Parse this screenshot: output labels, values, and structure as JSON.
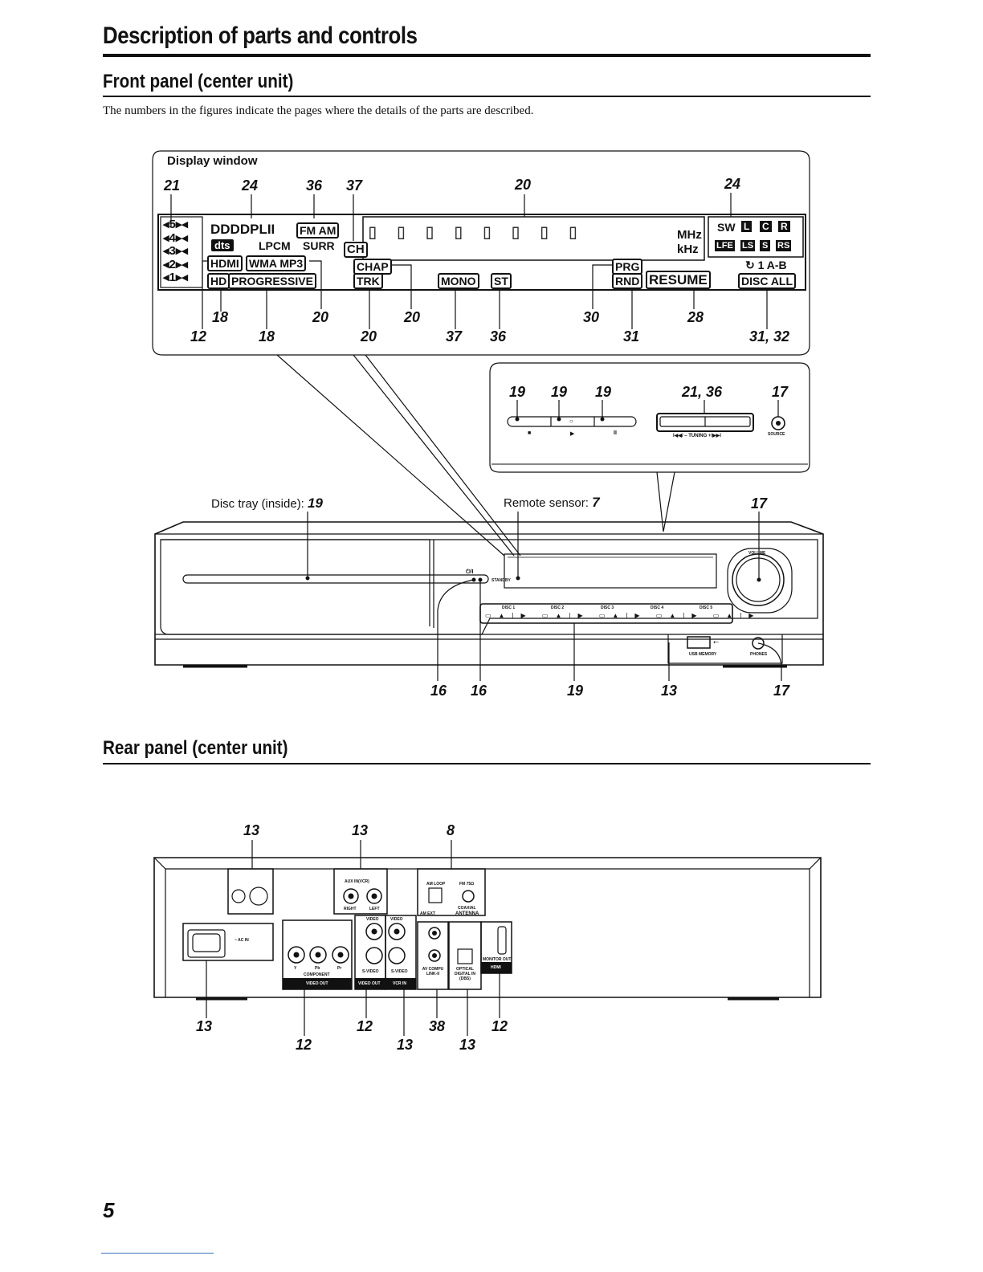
{
  "page": {
    "title": "Description of parts and controls",
    "front_heading": "Front panel (center unit)",
    "intro": "The numbers in the figures indicate the pages where the details of the parts are described.",
    "rear_heading": "Rear panel (center unit)",
    "page_number": "5"
  },
  "display_window": {
    "title": "Display window",
    "top_numbers": [
      "21",
      "24",
      "36",
      "37",
      "20",
      "24"
    ],
    "bottom_numbers_row1": [
      "18",
      "20",
      "20",
      "30",
      "28"
    ],
    "bottom_numbers_row2": [
      "12",
      "18",
      "20",
      "37",
      "36",
      "31",
      "31, 32"
    ],
    "indicators": {
      "channels": [
        "5",
        "4",
        "3",
        "2",
        "1"
      ],
      "dolby": "DDDDPLII",
      "fm_am": "FM AM",
      "dts": "dts",
      "lpcm": "LPCM",
      "surr": "SURR",
      "ch": "CH",
      "hdmi": "HDMI",
      "wma_mp3": "WMA MP3",
      "hd": "HD",
      "progressive": "PROGRESSIVE",
      "chap": "CHAP",
      "trk": "TRK",
      "mono": "MONO",
      "st": "ST",
      "prg": "PRG",
      "rnd": "RND",
      "resume": "RESUME",
      "mhz": "MHz",
      "khz": "kHz",
      "sw": "SW",
      "l": "L",
      "c": "C",
      "r": "R",
      "lfe": "LFE",
      "ls": "LS",
      "s": "S",
      "rs": "RS",
      "repeat": "1 A-B",
      "disc_all": "DISC ALL"
    }
  },
  "button_inset": {
    "numbers": [
      "19",
      "19",
      "19",
      "21, 36",
      "17"
    ],
    "tuning_label": "I◀◀/ – TUNING +/▶▶I",
    "source_label": "SOURCE"
  },
  "front_panel": {
    "disc_tray_label": "Disc tray (inside):",
    "disc_tray_page": "19",
    "remote_sensor_label": "Remote sensor:",
    "remote_sensor_page": "7",
    "volume_number": "17",
    "volume_label": "VOLUME",
    "standby_label": "STANDBY",
    "standby_symbol": "⏻/I",
    "disc_labels": [
      "DISC 1",
      "DISC 2",
      "DISC 3",
      "DISC 4",
      "DISC 5"
    ],
    "usb_label": "USB MEMORY",
    "phones_label": "PHONES",
    "bottom_numbers": [
      "16",
      "16",
      "19",
      "13",
      "17"
    ]
  },
  "rear_panel": {
    "top_numbers": [
      "13",
      "13",
      "8"
    ],
    "bottom_numbers_row1": [
      "13",
      "12",
      "38",
      "12"
    ],
    "bottom_numbers_row2": [
      "12",
      "13",
      "13"
    ],
    "labels": {
      "ac_in": "~ AC IN",
      "aux_in": "AUX IN(VCR)",
      "right": "RIGHT",
      "left": "LEFT",
      "am_loop": "AM LOOP",
      "fm": "FM 75Ω",
      "am_ext": "AM EXT",
      "coaxial": "COAXIAL",
      "antenna": "ANTENNA",
      "video": "VIDEO",
      "svideo": "S-VIDEO",
      "component": "COMPONENT",
      "video_out": "VIDEO OUT",
      "vcr_in": "VCR IN",
      "av_compu": "AV COMPU LINK-II",
      "optical": "OPTICAL DIGITAL IN (DBS)",
      "monitor_out": "MONITOR OUT",
      "hdmi": "HDMI",
      "y": "Y",
      "pb": "Pb",
      "pr": "Pr"
    }
  }
}
